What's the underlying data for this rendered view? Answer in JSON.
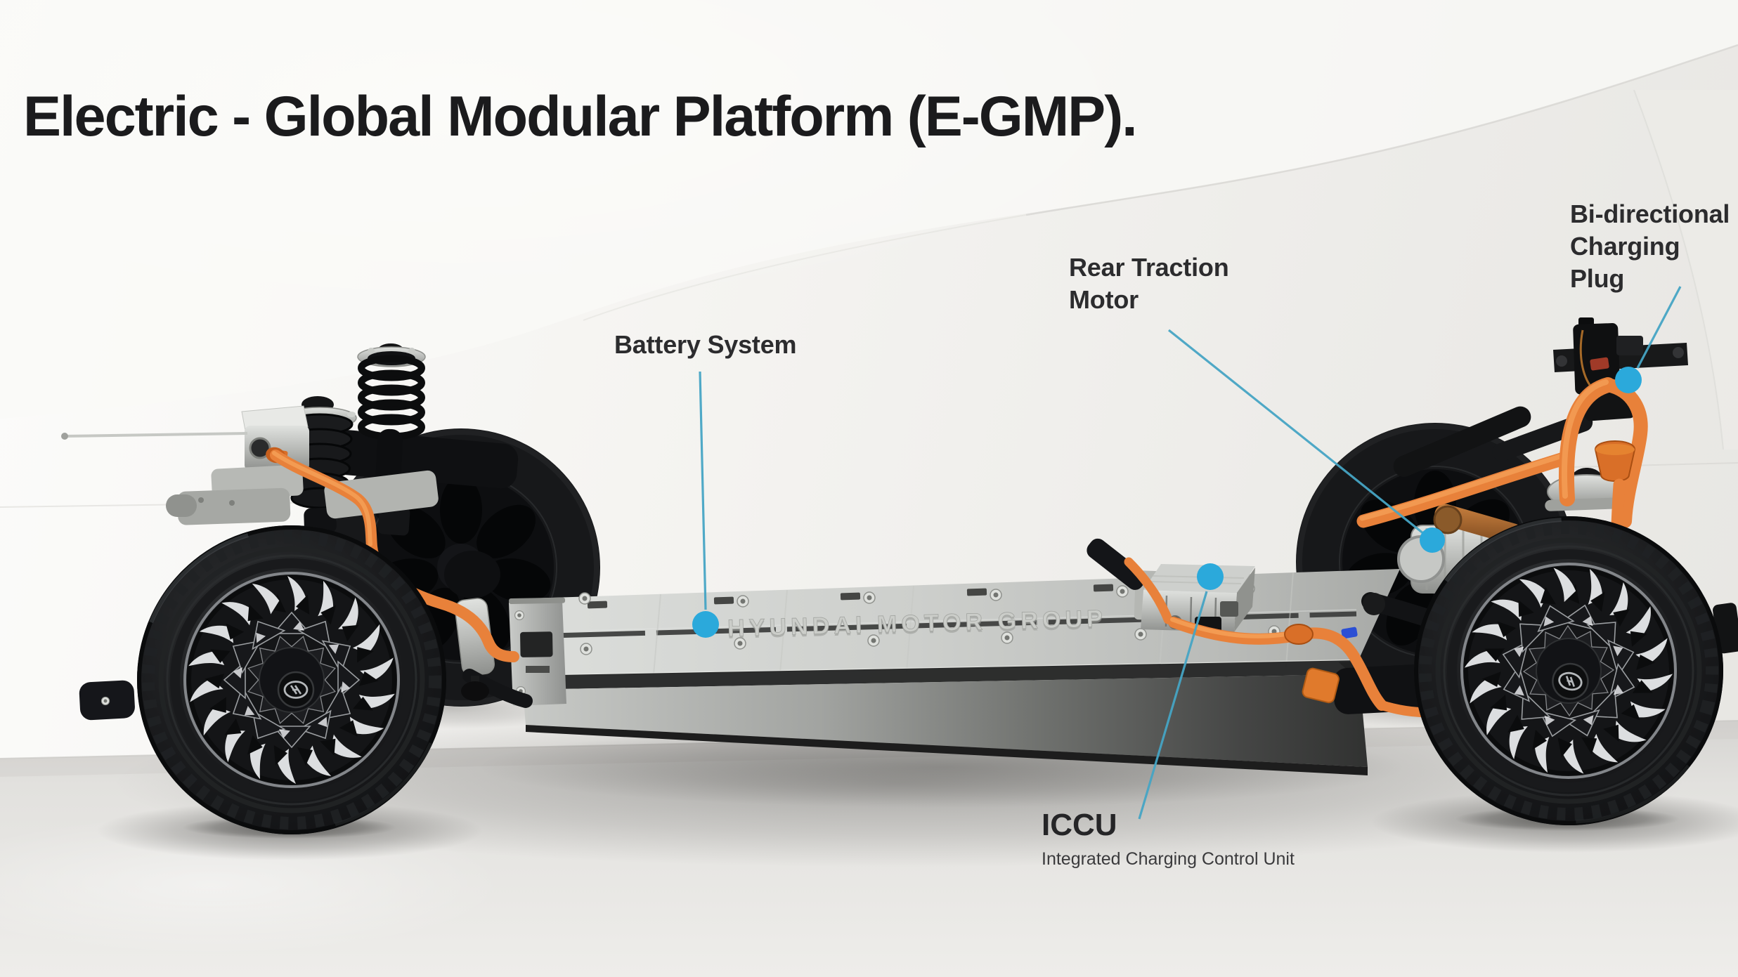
{
  "page": {
    "title": "Electric - Global Modular Platform (E-GMP)."
  },
  "callouts": {
    "battery_system": {
      "label": "Battery System"
    },
    "rear_traction_motor": {
      "label": "Rear Traction\nMotor"
    },
    "bi_directional_charging_plug": {
      "label": "Bi-directional\nCharging Plug"
    },
    "iccu": {
      "label": "ICCU",
      "description": "Integrated Charging Control Unit"
    }
  },
  "illustration": {
    "battery_embossed_text": "HYUNDAI MOTOR GROUP",
    "marker_color": "#2BA9DB",
    "callout_line_color": "#46A4C4",
    "cable_color": "#E8813A"
  }
}
